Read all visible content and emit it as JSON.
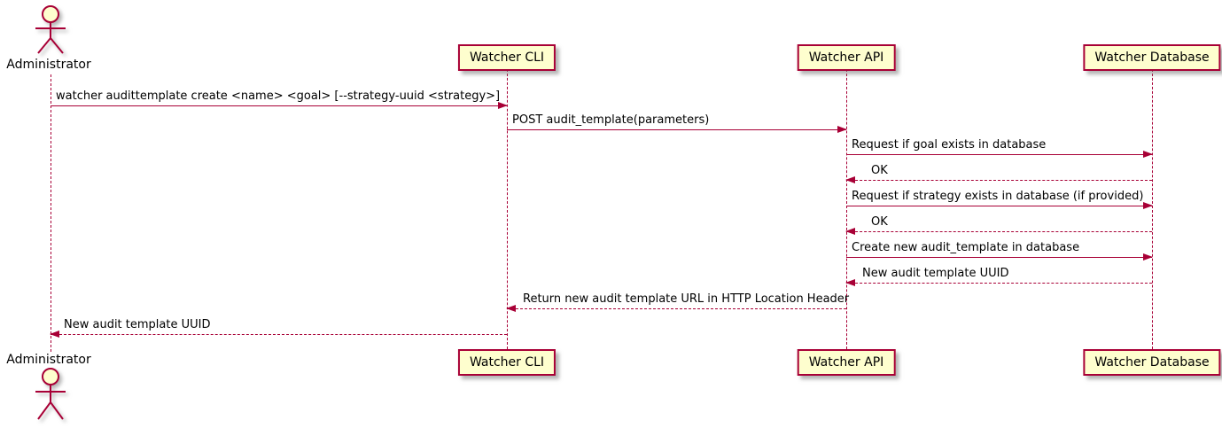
{
  "diagram": {
    "type": "uml-sequence-diagram",
    "background": "#FFFFFF"
  },
  "colors": {
    "accent": "#A80036",
    "participant_fill": "#FEFECE",
    "text": "#000000",
    "shadow": "#888888"
  },
  "actor": {
    "label": "Administrator"
  },
  "participants": [
    {
      "label": "Watcher CLI"
    },
    {
      "label": "Watcher API"
    },
    {
      "label": "Watcher Database"
    }
  ],
  "messages": [
    {
      "from": "Administrator",
      "to": "Watcher CLI",
      "line": "solid",
      "text": "watcher audittemplate create <name> <goal> [--strategy-uuid <strategy>]"
    },
    {
      "from": "Watcher CLI",
      "to": "Watcher API",
      "line": "solid",
      "text": "POST audit_template(parameters)"
    },
    {
      "from": "Watcher API",
      "to": "Watcher Database",
      "line": "solid",
      "text": "Request if goal exists in database"
    },
    {
      "from": "Watcher Database",
      "to": "Watcher API",
      "line": "dashed",
      "text": "OK"
    },
    {
      "from": "Watcher API",
      "to": "Watcher Database",
      "line": "solid",
      "text": "Request if strategy exists in database (if provided)"
    },
    {
      "from": "Watcher Database",
      "to": "Watcher API",
      "line": "dashed",
      "text": "OK"
    },
    {
      "from": "Watcher API",
      "to": "Watcher Database",
      "line": "solid",
      "text": "Create new audit_template in database"
    },
    {
      "from": "Watcher Database",
      "to": "Watcher API",
      "line": "dashed",
      "text": "New audit template UUID"
    },
    {
      "from": "Watcher API",
      "to": "Watcher CLI",
      "line": "dashed",
      "text": "Return new audit template URL in HTTP Location Header"
    },
    {
      "from": "Watcher CLI",
      "to": "Administrator",
      "line": "dashed",
      "text": "New audit template UUID"
    }
  ]
}
